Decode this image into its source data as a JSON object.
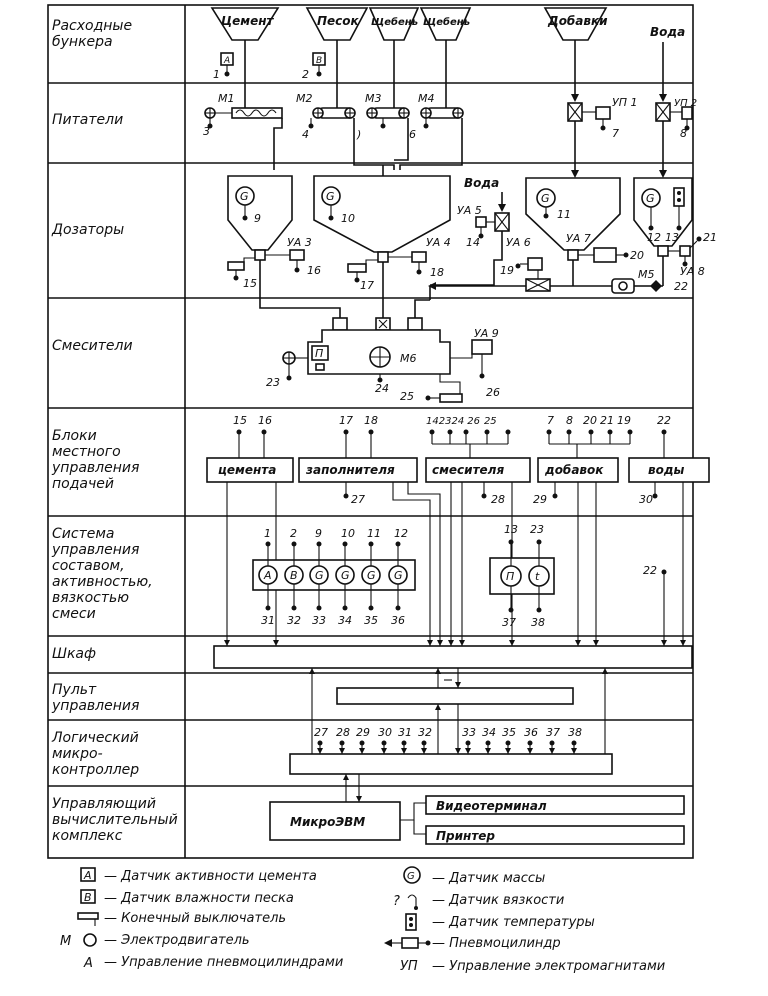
{
  "rows": [
    {
      "id": "bunkers",
      "label": "Расходные\nбункера"
    },
    {
      "id": "feeders",
      "label": "Питатели"
    },
    {
      "id": "dosers",
      "label": "Дозаторы"
    },
    {
      "id": "mixers",
      "label": "Смесители"
    },
    {
      "id": "local_ctrl",
      "label": "Блоки\nместного\nуправления\nподачей"
    },
    {
      "id": "composition",
      "label": "Система\nуправления\nсоставом,\nактивностью,\nвязкостью\nсмеси"
    },
    {
      "id": "cabinet",
      "label": "Шкаф"
    },
    {
      "id": "console",
      "label": "Пульт\nуправления"
    },
    {
      "id": "controller",
      "label": "Логический\nмикро-\nконтроллер"
    },
    {
      "id": "computer",
      "label": "Управляющий\nвычислительный\nкомплекс"
    }
  ],
  "bunkers": [
    "Цемент",
    "Песок",
    "Щебень",
    "Щебень",
    "Добавки"
  ],
  "water_label": "Вода",
  "water_label_2": "Вода",
  "motors": [
    "М1",
    "М2",
    "М3",
    "М4",
    "М5",
    "М6"
  ],
  "actuators": [
    "УП 1",
    "УП 2",
    "УА 3",
    "УА 4",
    "УА 5",
    "УА 6",
    "УА 7",
    "УА 8",
    "УА 9"
  ],
  "sensor_letters": {
    "A": "A",
    "B": "B",
    "G": "G",
    "P": "П",
    "T": "t"
  },
  "local_blocks": [
    {
      "label": "цемента",
      "inputs": [
        "15",
        "16"
      ],
      "out": ""
    },
    {
      "label": "заполнителя",
      "inputs": [
        "17",
        "18"
      ],
      "out": "27"
    },
    {
      "label": "смесителя",
      "inputs": [
        "14",
        "23",
        "24",
        "26",
        "25"
      ],
      "out": "28"
    },
    {
      "label": "добавок",
      "inputs": [
        "7",
        "8",
        "20",
        "21",
        "19"
      ],
      "out": "29"
    },
    {
      "label": "воды",
      "inputs": [
        "22"
      ],
      "out": "30"
    }
  ],
  "composition_sensors_top": [
    "1",
    "2",
    "9",
    "10",
    "11",
    "12"
  ],
  "composition_sensors_letters": [
    "A",
    "B",
    "G",
    "G",
    "G",
    "G"
  ],
  "composition_sensors_bottom": [
    "31",
    "32",
    "33",
    "34",
    "35",
    "36"
  ],
  "viscosity_top": [
    "13",
    "23"
  ],
  "viscosity_bottom": [
    "37",
    "38"
  ],
  "water_signal": "22",
  "controller_inputs_left": [
    "27",
    "28",
    "29",
    "30",
    "31",
    "32"
  ],
  "controller_inputs_right": [
    "33",
    "34",
    "35",
    "36",
    "37",
    "38"
  ],
  "computer": {
    "main": "МикроЭВМ",
    "terminal": "Видеотерминал",
    "printer": "Принтер"
  },
  "numbers": {
    "n1": "1",
    "n2": "2",
    "n3": "3",
    "n4": "4",
    "n5": ")",
    "n6": "6",
    "n7": "7",
    "n8": "8",
    "n9": "9",
    "n10": "10",
    "n11": "11",
    "n12": "12",
    "n13": "13",
    "n14": "14",
    "n15": "15",
    "n16": "16",
    "n17": "17",
    "n18": "18",
    "n19": "19",
    "n20": "20",
    "n21": "21",
    "n22": "22",
    "n23": "23",
    "n24": "24",
    "n25": "25",
    "n26": "26"
  },
  "legend": [
    {
      "symbol": "A",
      "text": "Датчик активности цемента"
    },
    {
      "symbol": "B",
      "text": "Датчик влажности песка"
    },
    {
      "symbol": "",
      "text": "Конечный выключатель"
    },
    {
      "symbol": "М",
      "text": "Электродвигатель"
    },
    {
      "symbol": "А",
      "text": "Управление пневмоцилиндрами"
    },
    {
      "symbol": "G",
      "text": "Датчик массы"
    },
    {
      "symbol": "?",
      "text": "Датчик вязкости"
    },
    {
      "symbol": "",
      "text": "Датчик температуры"
    },
    {
      "symbol": "",
      "text": "Пневмоцилиндр"
    },
    {
      "symbol": "УП",
      "text": "Управление электромагнитами"
    }
  ]
}
